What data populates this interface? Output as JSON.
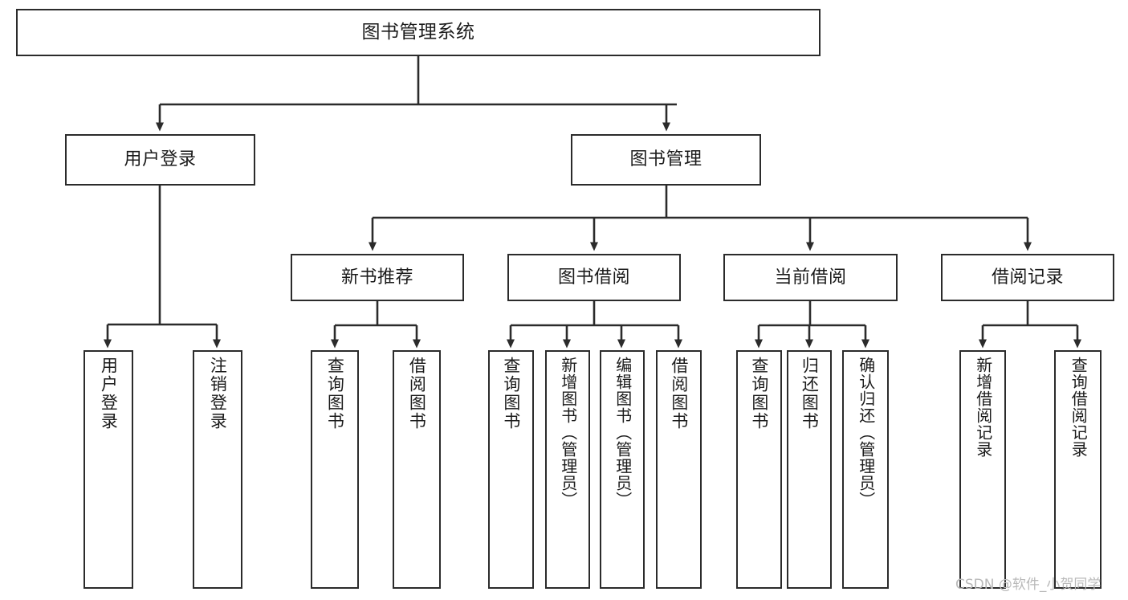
{
  "diagram": {
    "title": "图书管理系统",
    "type": "tree-hierarchy-chart",
    "orientation": "top-down",
    "colors": {
      "box_border": "#2b2b2b",
      "box_fill": "#ffffff",
      "edge": "#2b2b2b",
      "text": "#1b1b1b",
      "watermark": "#b9b9b9",
      "background": "#ffffff"
    }
  },
  "root": {
    "label": "图书管理系统"
  },
  "level2": [
    {
      "label": "用户登录"
    },
    {
      "label": "图书管理"
    }
  ],
  "level3": [
    {
      "label": "新书推荐"
    },
    {
      "label": "图书借阅"
    },
    {
      "label": "当前借阅"
    },
    {
      "label": "借阅记录"
    }
  ],
  "leaves": {
    "user_login": [
      {
        "label": "用户登录"
      },
      {
        "label": "注销登录"
      }
    ],
    "new_book_recommend": [
      {
        "label": "查询图书"
      },
      {
        "label": "借阅图书"
      }
    ],
    "book_borrow": [
      {
        "label": "查询图书"
      },
      {
        "label": "新增图书（管理员）"
      },
      {
        "label": "编辑图书（管理员）"
      },
      {
        "label": "借阅图书"
      }
    ],
    "current_borrow": [
      {
        "label": "查询图书"
      },
      {
        "label": "归还图书"
      },
      {
        "label": "确认归还（管理员）"
      }
    ],
    "borrow_record": [
      {
        "label": "新增借阅记录"
      },
      {
        "label": "查询借阅记录"
      }
    ]
  },
  "watermark": {
    "text": "CSDN @软件_小贺同学"
  }
}
